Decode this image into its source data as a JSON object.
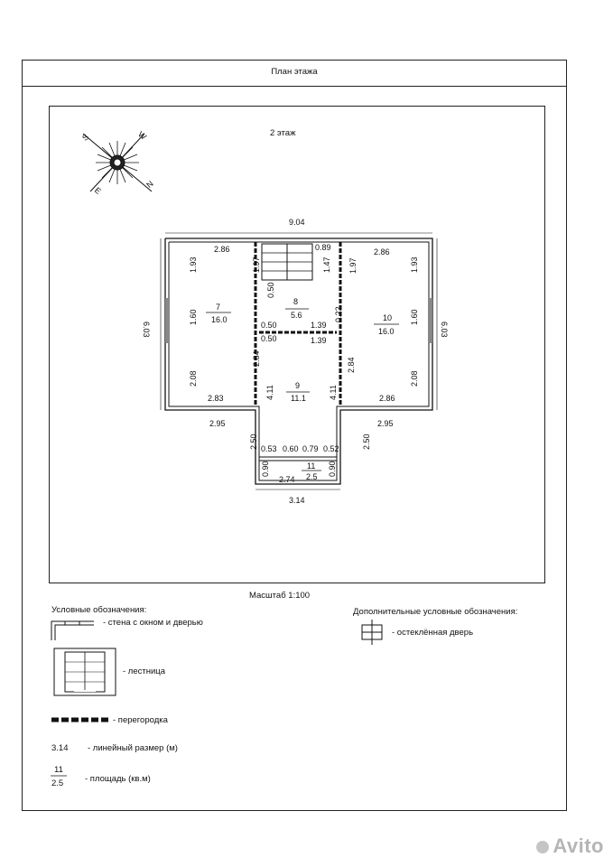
{
  "header": {
    "title": "План этажа"
  },
  "plan": {
    "floor_label": "2 этаж",
    "scale_label": "Масштаб 1:100",
    "compass": {
      "letters": [
        "S",
        "W",
        "E",
        "N"
      ]
    },
    "dimensions": {
      "top_total": "9.04",
      "left_height": "6.03",
      "right_height": "6.03",
      "bottom_left_wing": "2.95",
      "bottom_right_wing": "2.95",
      "porch_width": "3.14",
      "porch_left_depth": "2.50",
      "porch_right_depth": "2.50"
    },
    "rooms": [
      {
        "number": "7",
        "area": "16.0",
        "dims": [
          "2.86",
          "1.93",
          "1.97",
          "1.60",
          "2.08",
          "2.84",
          "2.83"
        ]
      },
      {
        "number": "8",
        "area": "5.6",
        "dims": [
          "0.89",
          "1.47",
          "0.50",
          "0.50",
          "1.39",
          "0.22"
        ]
      },
      {
        "number": "9",
        "area": "11.1",
        "dims": [
          "0.50",
          "1.39",
          "4.11",
          "4.11"
        ]
      },
      {
        "number": "10",
        "area": "16.0",
        "dims": [
          "2.86",
          "1.97",
          "1.93",
          "1.60",
          "2.84",
          "2.08",
          "2.86"
        ]
      },
      {
        "number": "11",
        "area": "2.5",
        "dims": [
          "0.53",
          "0.60",
          "0.79",
          "0.52",
          "0.90",
          "0.90",
          "2.74"
        ]
      }
    ]
  },
  "legend": {
    "title": "Условные обозначения:",
    "items": [
      {
        "label": "- стена с окном и дверью"
      },
      {
        "label": "- лестница"
      },
      {
        "label": "- перегородка"
      },
      {
        "sample": "3.14",
        "label": "- линейный размер (м)"
      },
      {
        "sample_top": "11",
        "sample_bottom": "2.5",
        "label": "- площадь (кв.м)"
      }
    ],
    "extra_title": "Дополнительные условные обозначения:",
    "extra_items": [
      {
        "label": "- остеклённая дверь"
      }
    ]
  },
  "watermark": {
    "text": "Avito"
  }
}
